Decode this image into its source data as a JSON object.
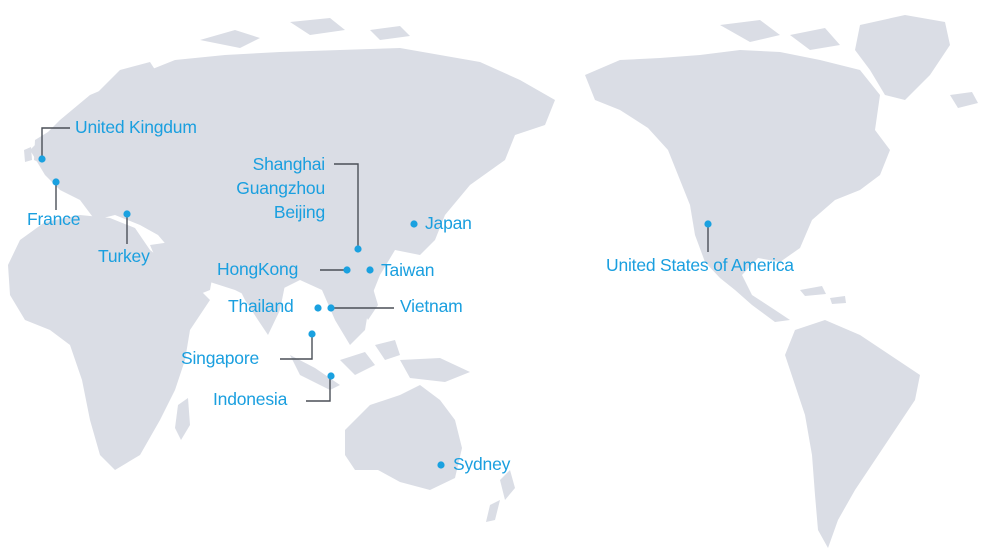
{
  "locations": {
    "united_kingdom": "United Kingdum",
    "france": "France",
    "turkey": "Turkey",
    "shanghai": "Shanghai",
    "guangzhou": "Guangzhou",
    "beijing": "Beijing",
    "japan": "Japan",
    "hongkong": "HongKong",
    "taiwan": "Taiwan",
    "thailand": "Thailand",
    "vietnam": "Vietnam",
    "singapore": "Singapore",
    "indonesia": "Indonesia",
    "sydney": "Sydney",
    "usa": "United States of America"
  },
  "colors": {
    "land": "#dadde5",
    "marker": "#1aa1e0",
    "label": "#1a9fdf",
    "leader_line": "#4a4f57"
  }
}
